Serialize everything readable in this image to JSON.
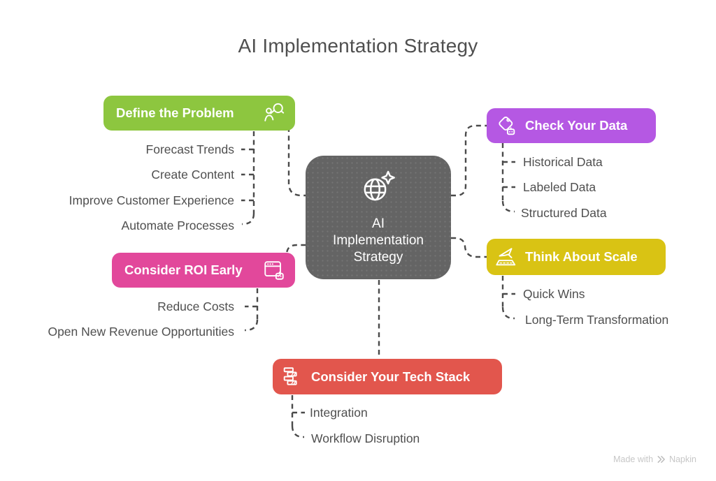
{
  "title": "AI Implementation Strategy",
  "center": {
    "lines": [
      "AI",
      "Implementation",
      "Strategy"
    ],
    "icon": "globe-sparkle-icon",
    "color": "#646464",
    "text_color": "#FFFFFF"
  },
  "branches": [
    {
      "label": "Define the Problem",
      "color": "#8DC63F",
      "icon": "person-magnifier-icon",
      "items": [
        "Forecast Trends",
        "Create Content",
        "Improve Customer Experience",
        "Automate Processes"
      ]
    },
    {
      "label": "Check Your Data",
      "color": "#B558E3",
      "icon": "tag-robot-icon",
      "items": [
        "Historical Data",
        "Labeled Data",
        "Structured Data"
      ]
    },
    {
      "label": "Consider ROI Early",
      "color": "#E2489B",
      "icon": "browser-robot-icon",
      "items": [
        "Reduce Costs",
        "Open New Revenue Opportunities"
      ]
    },
    {
      "label": "Think About Scale",
      "color": "#D9C314",
      "icon": "plane-takeoff-icon",
      "items": [
        "Quick Wins",
        "Long-Term Transformation"
      ]
    },
    {
      "label": "Consider Your Tech Stack",
      "color": "#E2564D",
      "icon": "tech-stack-icon",
      "items": [
        "Integration",
        "Workflow Disruption"
      ]
    }
  ],
  "colors": {
    "connector": "#4A4A4A",
    "title_text": "#4F4F4F",
    "leaf_text": "#4F4F4F",
    "watermark": "#C7C7C7"
  },
  "watermark": {
    "prefix": "Made with",
    "brand": "Napkin"
  }
}
